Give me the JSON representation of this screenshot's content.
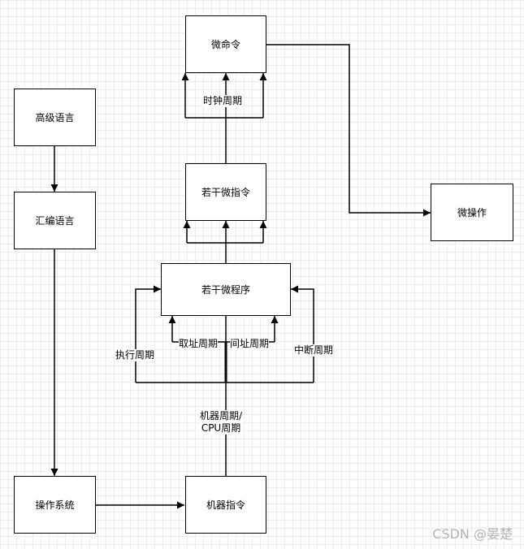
{
  "nodes": {
    "micro_command": "微命令",
    "high_level_language": "高级语言",
    "assembly_language": "汇编语言",
    "several_micro_instructions": "若干微指令",
    "micro_operation": "微操作",
    "several_micro_programs": "若干微程序",
    "operating_system": "操作系统",
    "machine_instruction": "机器指令"
  },
  "labels": {
    "clock_cycle": "时钟周期",
    "fetch_cycle": "取址周期",
    "indirect_cycle": "间址周期",
    "execute_cycle": "执行周期",
    "interrupt_cycle": "中断周期",
    "machine_cycle_line1": "机器周期/",
    "machine_cycle_line2": "CPU周期"
  },
  "watermark": "CSDN @晏楚"
}
